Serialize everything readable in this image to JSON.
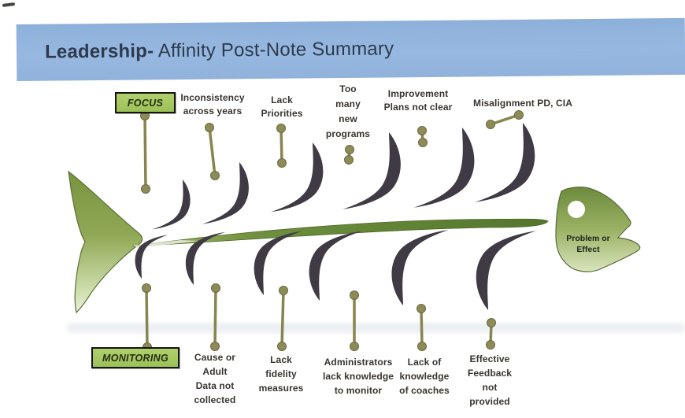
{
  "title": {
    "emphasis": "Leadership-",
    "text": " Affinity Post-Note Summary"
  },
  "fishbone": {
    "focus_label": "FOCUS",
    "monitoring_label": "MONITORING",
    "head_label": "Problem or\nEffect",
    "top_causes": [
      "Inconsistency\nacross years",
      "Lack\nPriorities",
      "Too\nmany\nnew\nprograms",
      "Improvement\nPlans not clear",
      "Misalignment PD, CIA"
    ],
    "bottom_causes": [
      "Cause or\nAdult\nData not\ncollected",
      "Lack\nfidelity\nmeasures",
      "Administrators\nlack knowledge\nto monitor",
      "Lack of\nknowledge\nof coaches",
      "Effective\nFeedback\nnot\nprovided"
    ]
  },
  "colors": {
    "title_bar_blue": "#92b4dd",
    "title_text": "#2e3a4e",
    "tag_box_green": "#a6c863",
    "pin_olive": "#87854f",
    "rib_charcoal": "#3f3a44",
    "spine_green": "#64842f",
    "fish_green_dark": "#74913f",
    "fish_green_light": "#dde8c6",
    "label_text": "#38342f"
  }
}
